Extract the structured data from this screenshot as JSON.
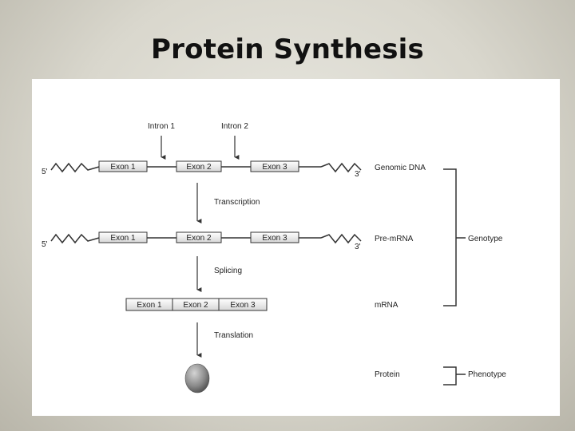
{
  "slide": {
    "title": "Protein Synthesis"
  },
  "diagram": {
    "introns": [
      "Intron 1",
      "Intron 2"
    ],
    "five_prime": "5'",
    "three_prime": "3'",
    "exons": [
      "Exon 1",
      "Exon 2",
      "Exon 3"
    ],
    "steps": [
      "Transcription",
      "Splicing",
      "Translation"
    ],
    "rows": [
      "Genomic DNA",
      "Pre-mRNA",
      "mRNA",
      "Protein"
    ],
    "groups": [
      "Genotype",
      "Phenotype"
    ]
  }
}
